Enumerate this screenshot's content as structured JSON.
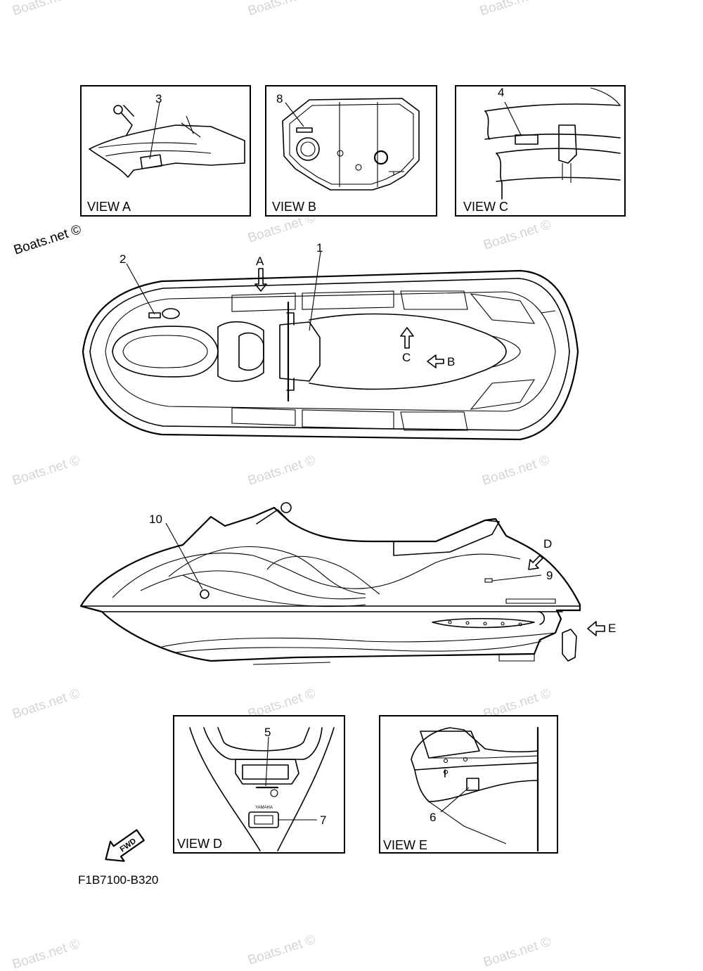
{
  "watermark": "Boats.net ©",
  "diagram_code": "F1B7100-B320",
  "views": {
    "a": "VIEW A",
    "b": "VIEW B",
    "c": "VIEW C",
    "d": "VIEW D",
    "e": "VIEW E"
  },
  "callouts": {
    "n1": "1",
    "n2": "2",
    "n3": "3",
    "n4": "4",
    "n5": "5",
    "n6": "6",
    "n7": "7",
    "n8": "8",
    "n9": "9",
    "n10": "10"
  },
  "arrows": {
    "a": "A",
    "b": "B",
    "c": "C",
    "d": "D",
    "e": "E"
  },
  "fwd_label": "FWD",
  "brand_mark": "YAMAHA"
}
